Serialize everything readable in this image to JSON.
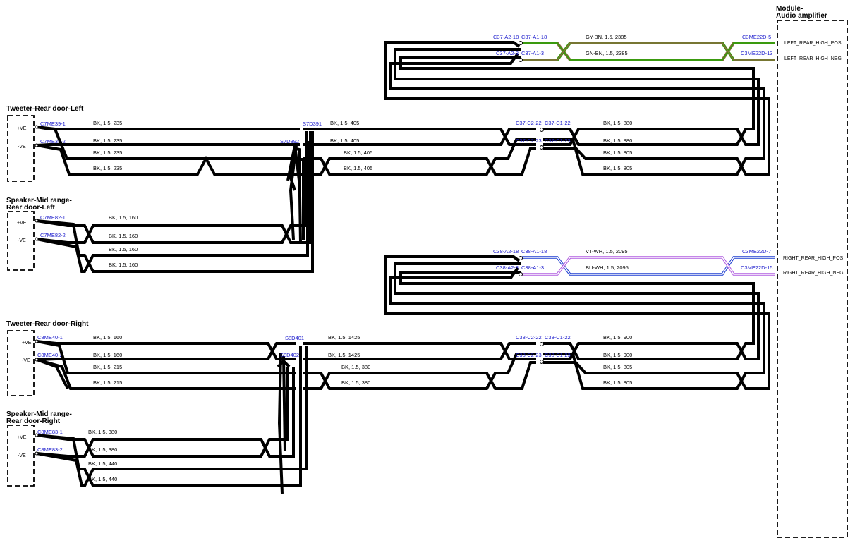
{
  "components": {
    "tweeter_left": {
      "title": "Tweeter-Rear door-Left",
      "pos": "+VE",
      "neg": "-VE",
      "c1": "C7ME39-1",
      "c2": "C7ME39-2"
    },
    "mid_left": {
      "title1": "Speaker-Mid range-",
      "title2": "Rear door-Left",
      "pos": "+VE",
      "neg": "-VE",
      "c1": "C7ME82-1",
      "c2": "C7ME82-2"
    },
    "tweeter_right": {
      "title": "Tweeter-Rear door-Right",
      "pos": "+VE",
      "neg": "-VE",
      "c1": "C8ME40-1",
      "c2": "C8ME40-2"
    },
    "mid_right": {
      "title1": "Speaker-Mid range-",
      "title2": "Rear door-Right",
      "pos": "+VE",
      "neg": "-VE",
      "c1": "C8ME83-1",
      "c2": "C8ME83-2"
    },
    "amplifier": {
      "title1": "Module-",
      "title2": "Audio amplifier",
      "pins": [
        "LEFT_REAR_HIGH_POS",
        "LEFT_REAR_HIGH_NEG",
        "RIGHT_REAR_HIGH_POS",
        "RIGHT_REAR_HIGH_NEG"
      ]
    }
  },
  "splices": {
    "s1": "S7D391",
    "s2": "S7D392",
    "s3": "S8D401",
    "s4": "S8D402"
  },
  "connectors": {
    "top": [
      "C37-A2-18",
      "C37-A1-18",
      "C37-A2-3",
      "C37-A1-3",
      "C3ME22D-5",
      "C3ME22D-13"
    ],
    "upper_mid": [
      "C37-C2-22",
      "C37-C1-22",
      "C37-C2-23",
      "C37-C1-23"
    ],
    "rtop": [
      "C38-A2-18",
      "C38-A1-18",
      "C38-A2-3",
      "C38-A1-3",
      "C3ME22D-7",
      "C3ME22D-15"
    ],
    "lower_mid": [
      "C38-C2-22",
      "C38-C1-22",
      "C38-C2-23",
      "C38-C1-23"
    ]
  },
  "wires": {
    "amp_l_pos": "GY-BN,  1.5,  2385",
    "amp_l_neg": "GN-BN,  1.5,  2385",
    "amp_r_pos": "VT-WH,  1.5,  2095",
    "amp_r_neg": "BU-WH,  1.5,  2095",
    "tl": [
      "BK,  1.5,  235",
      "BK,  1.5,  235",
      "BK,  1.5,  235",
      "BK,  1.5,  235"
    ],
    "ml": [
      "BK,  1.5,  160",
      "BK,  1.5,  160",
      "BK,  1.5,  160",
      "BK,  1.5,  160"
    ],
    "sl": [
      "BK,  1.5,  405",
      "BK,  1.5,  405",
      "BK,  1.5,  405",
      "BK,  1.5,  405"
    ],
    "cl": [
      "BK,  1.5,  880",
      "BK,  1.5,  880",
      "BK,  1.5,  805",
      "BK,  1.5,  805"
    ],
    "tr": [
      "BK,  1.5,  160",
      "BK,  1.5,  160",
      "BK,  1.5,  215",
      "BK,  1.5,  215"
    ],
    "mr": [
      "BK,  1.5,  380",
      "BK,  1.5,  380",
      "BK,  1.5,  440",
      "BK,  1.5,  440"
    ],
    "sr": [
      "BK,  1.5,  1425",
      "BK,  1.5,  1425",
      "BK,  1.5,  380",
      "BK,  1.5,  380"
    ],
    "cr": [
      "BK,  1.5,  900",
      "BK,  1.5,  900",
      "BK,  1.5,  805",
      "BK,  1.5,  805"
    ]
  },
  "colors": {
    "wire": "#000000",
    "connector_text": "#1a1acc",
    "green": "#3a9a0e",
    "brown": "#8b6a3e",
    "violet": "#b15fe0",
    "blue": "#1f3fd0"
  }
}
